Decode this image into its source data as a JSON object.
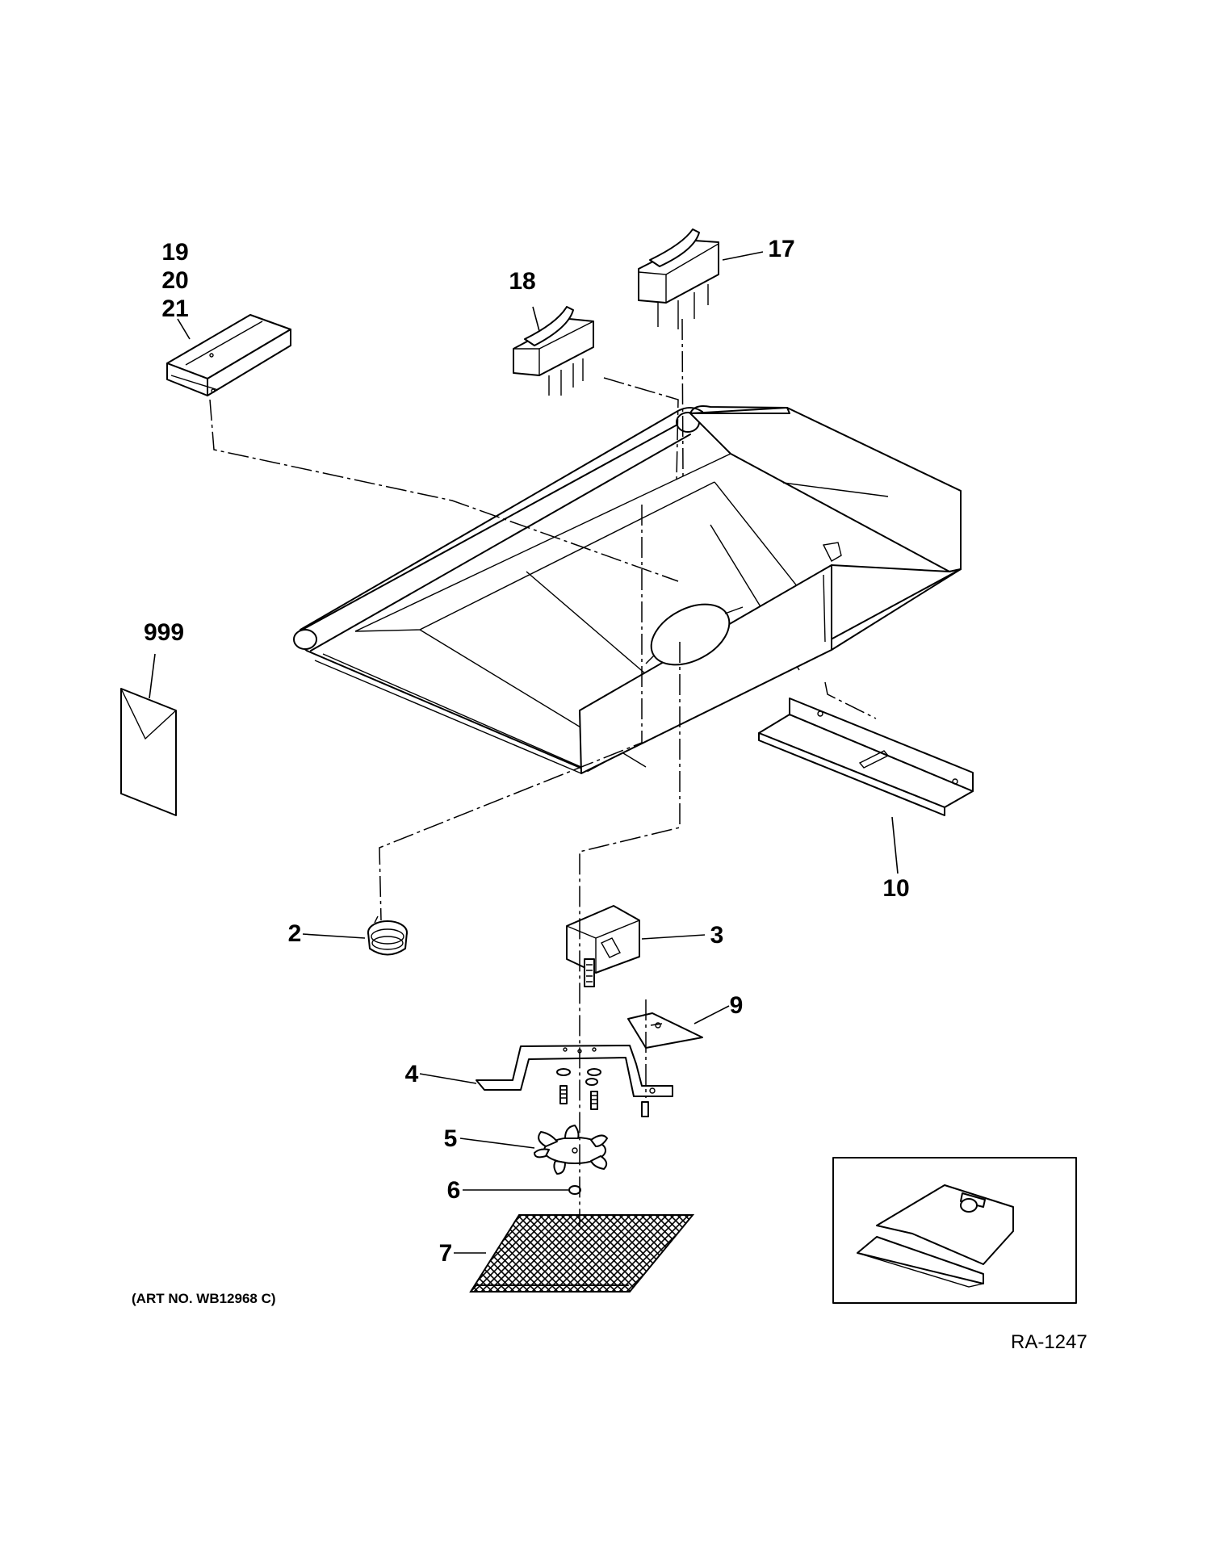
{
  "diagram": {
    "callouts": {
      "c19": "19",
      "c20": "20",
      "c21": "21",
      "c18": "18",
      "c17": "17",
      "c999": "999",
      "c10": "10",
      "c2": "2",
      "c3": "3",
      "c9": "9",
      "c4": "4",
      "c5": "5",
      "c6": "6",
      "c7": "7"
    },
    "art_number": "(ART NO. WB12968 C)",
    "reference_code": "RA-1247"
  }
}
